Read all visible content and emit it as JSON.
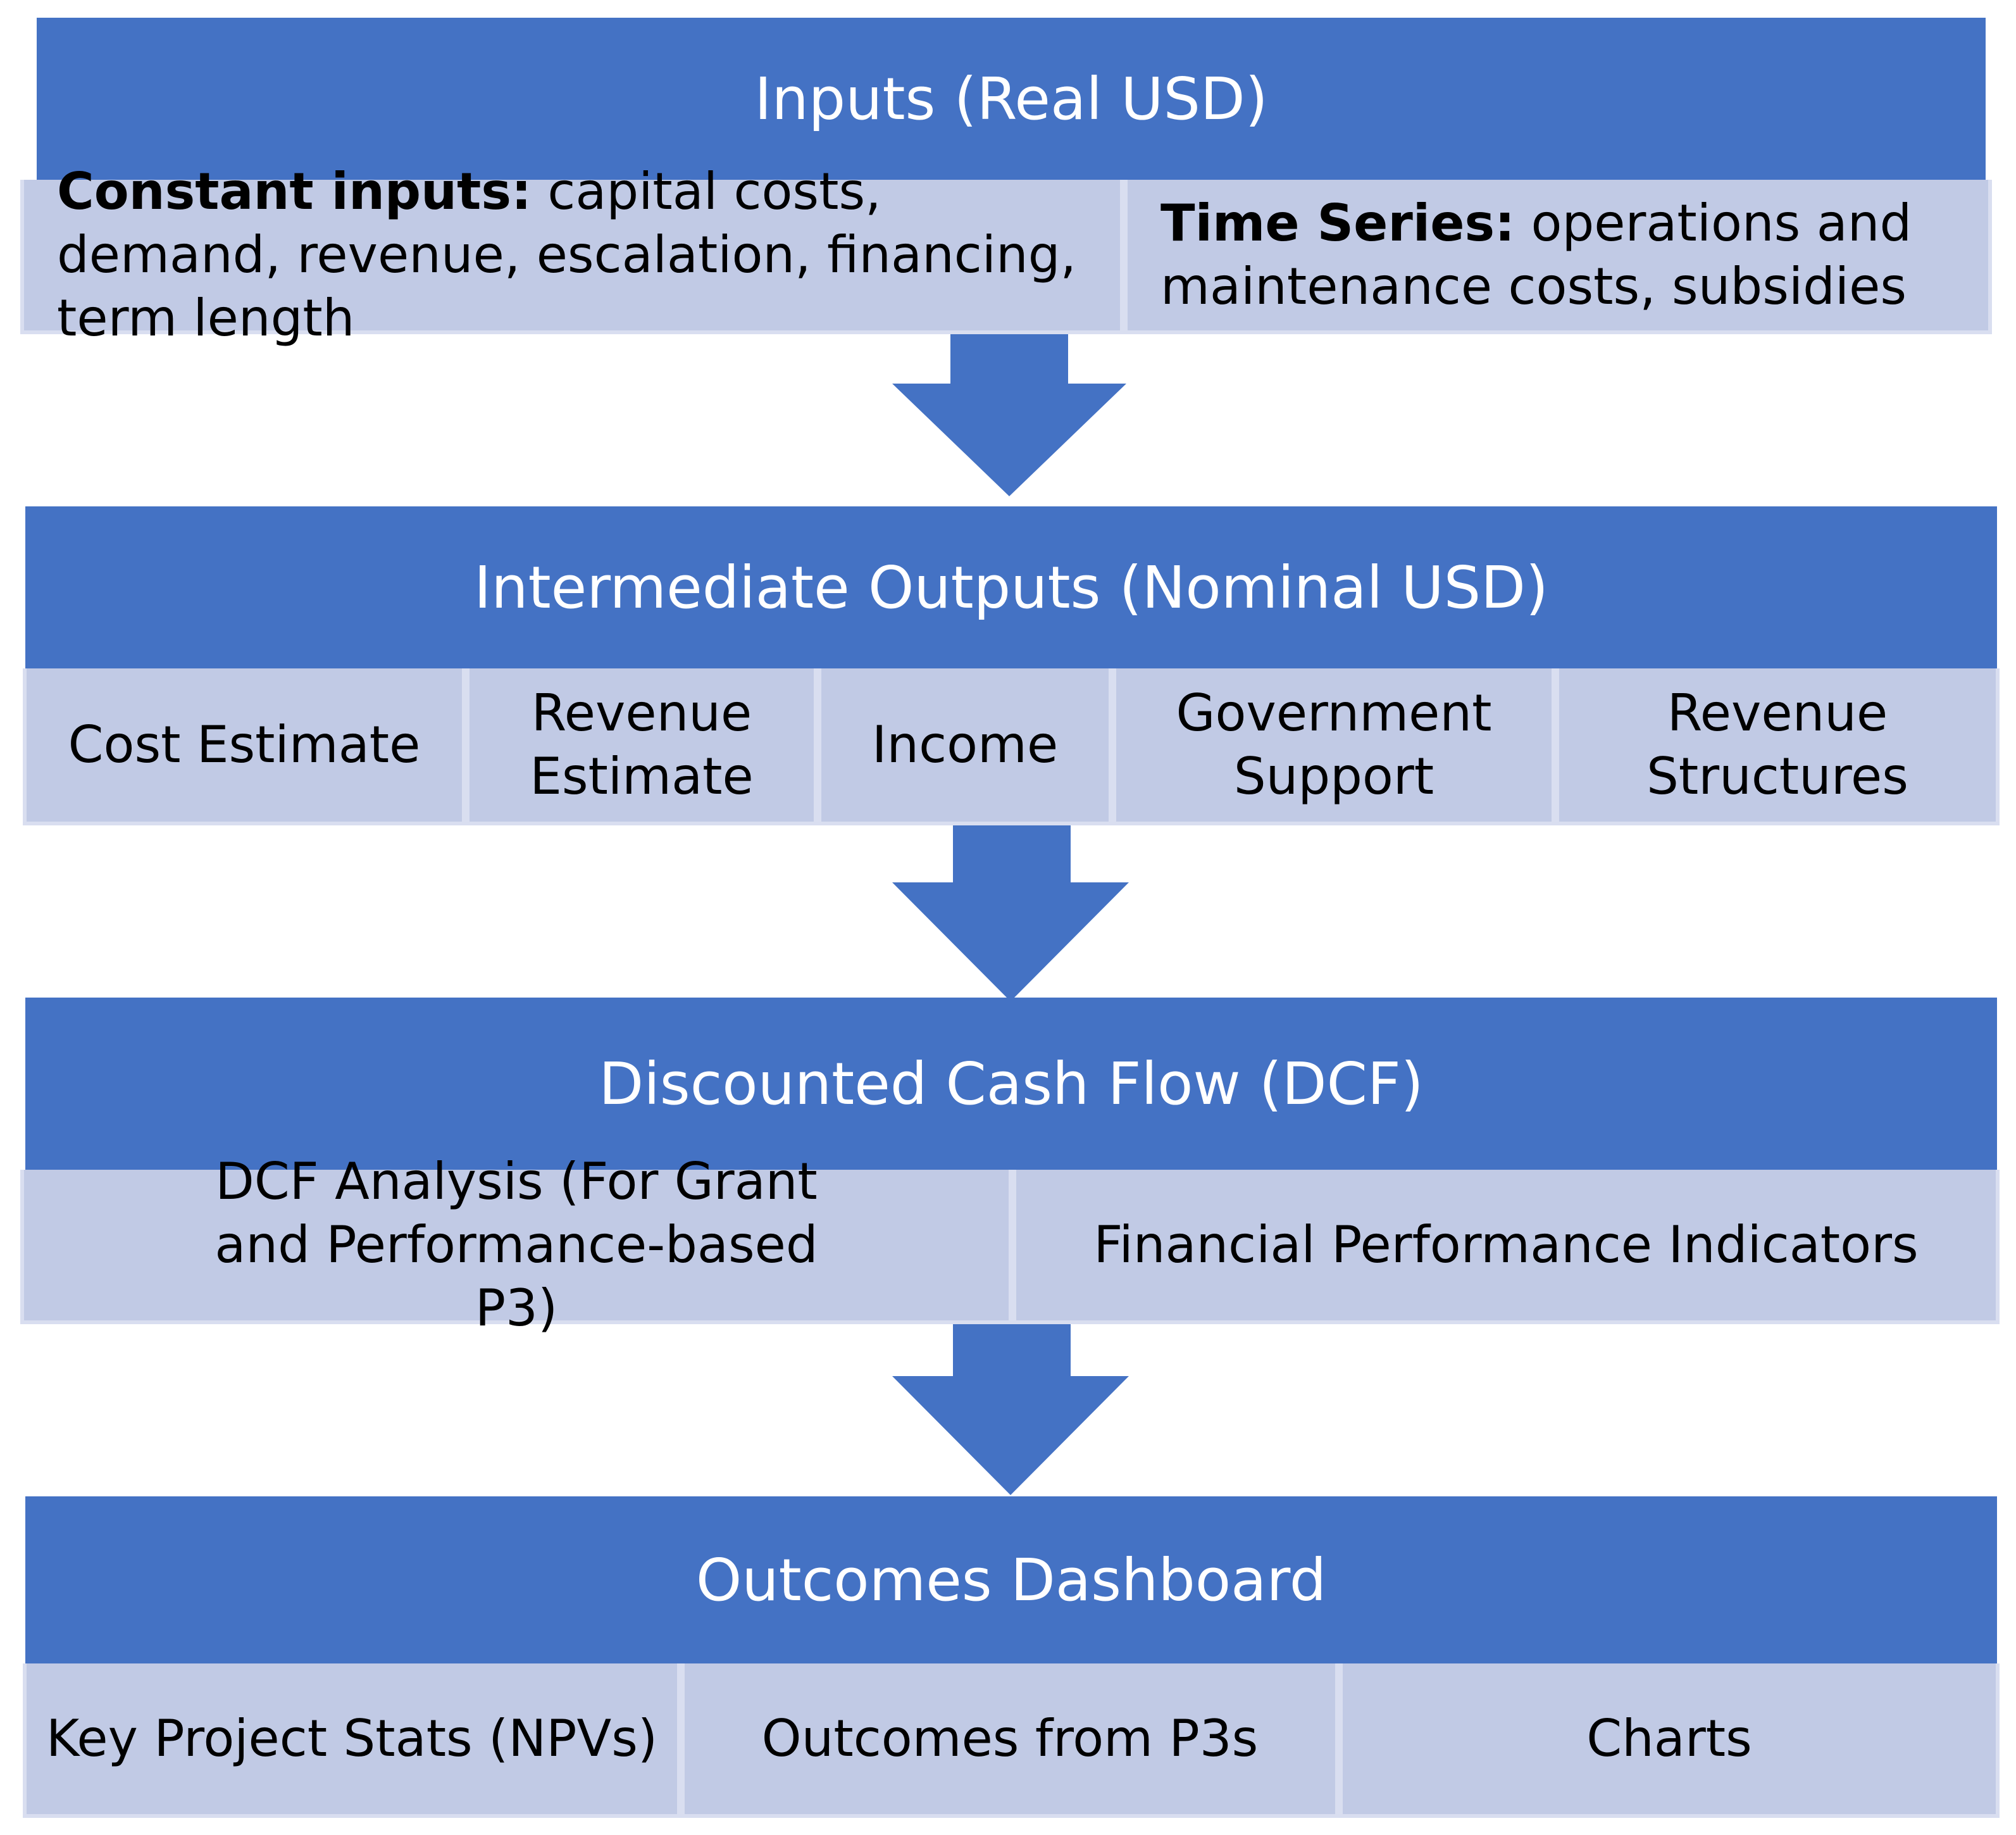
{
  "stages": [
    {
      "title": "Inputs (Real USD)",
      "items": [
        {
          "bold": "Constant inputs:",
          "text": "capital costs, demand, revenue, escalation, financing, term length"
        },
        {
          "bold": "Time  Series:",
          "text": "operations and maintenance costs, subsidies"
        }
      ]
    },
    {
      "title": "Intermediate Outputs (Nominal USD)",
      "items": [
        "Cost Estimate",
        "Revenue Estimate",
        "Income",
        "Government Support",
        "Revenue Structures"
      ]
    },
    {
      "title": "Discounted Cash Flow (DCF)",
      "items": [
        "DCF Analysis (For Grant and Performance-based P3)",
        "Financial Performance Indicators"
      ]
    },
    {
      "title": "Outcomes Dashboard",
      "items": [
        "Key Project Stats (NPVs)",
        "Outcomes from P3s",
        "Charts"
      ]
    }
  ],
  "colors": {
    "header": "#4472C4",
    "cell": "#C1CAE5",
    "arrow": "#4472C4"
  }
}
